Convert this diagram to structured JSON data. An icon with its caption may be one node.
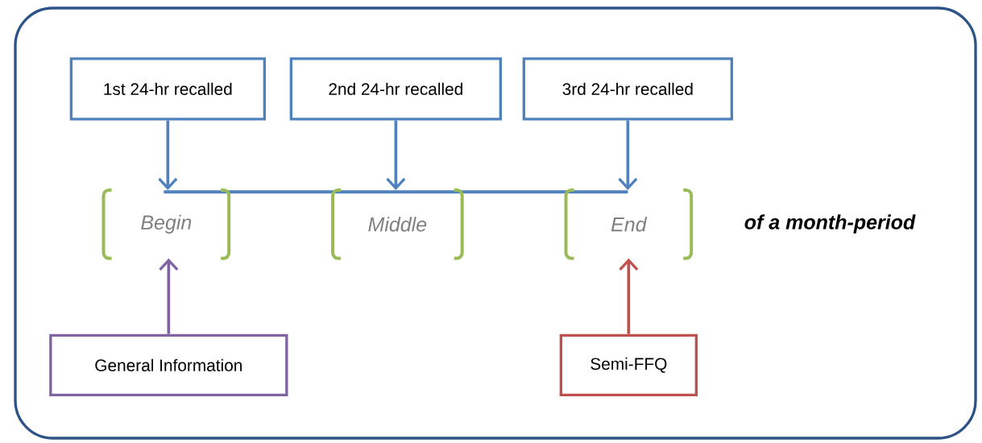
{
  "diagram": {
    "nodes": [
      {
        "text": [],
        "shape": "box"
      },
      {
        "text": [
          "1st 24-hr recalled"
        ],
        "in": 0
      },
      {
        "text": [
          "2nd 24-hr recalled"
        ],
        "in": 0
      },
      {
        "text": [
          "3rd 24-hr recalled"
        ],
        "in": 0
      },
      {
        "text": [],
        "shape": "bar",
        "in": 0
      },
      {
        "text": [
          "Begin"
        ],
        "in": 0
      },
      {
        "text": [
          "Middle"
        ],
        "in": 0
      },
      {
        "text": [
          "End"
        ],
        "in": 0
      },
      {
        "text": [
          "General Information"
        ],
        "in": 0
      },
      {
        "text": [
          "Semi-FFQ"
        ],
        "in": 0
      }
    ],
    "edges": [
      {
        "from": 1,
        "to": 4,
        "arrow": "to"
      },
      {
        "from": 2,
        "to": 4,
        "arrow": "to"
      },
      {
        "from": 3,
        "to": 4,
        "arrow": "to"
      },
      {
        "from": 8,
        "to": 5,
        "arrow": "to",
        "color": "#8064a2"
      },
      {
        "from": 9,
        "to": 7,
        "arrow": "to",
        "color": "#c0504d"
      }
    ],
    "labels": [
      "of a month-period"
    ]
  }
}
